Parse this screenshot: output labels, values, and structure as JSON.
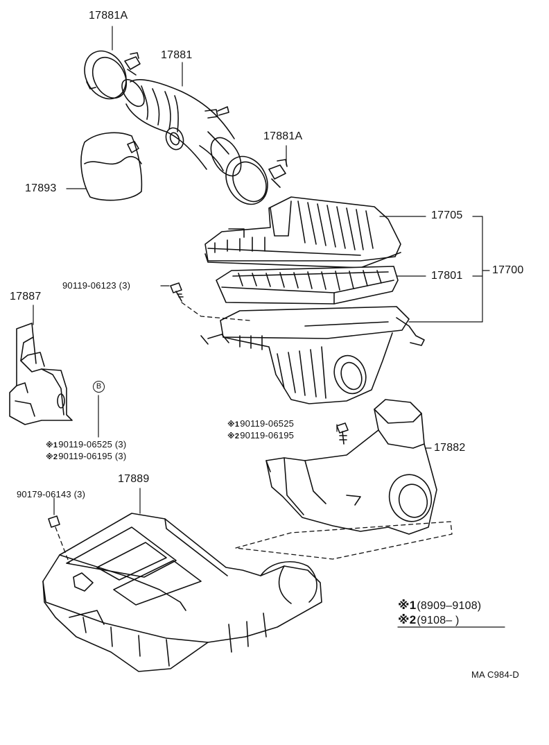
{
  "diagram": {
    "callouts": {
      "c17881A_top": "17881A",
      "c17881": "17881",
      "c17881A_mid": "17881A",
      "c17893": "17893",
      "c17705": "17705",
      "c17801": "17801",
      "c17700": "17700",
      "c17887": "17887",
      "c17882": "17882",
      "c17889": "17889"
    },
    "fasteners": {
      "f90119_06123": "90119-06123 (3)",
      "b_circle": "B",
      "b_line1": "90119-06525 (3)",
      "b_line2": "90119-06195 (3)",
      "m_line1": "90119-06525",
      "m_line2": "90119-06195",
      "f90179_06143": "90179-06143 (3)"
    },
    "marks": {
      "m1": "※1",
      "m2": "※2"
    },
    "legend": {
      "k1_mark": "※1",
      "k1_text": "(8909–9108)",
      "k2_mark": "※2",
      "k2_text": "(9108–        )"
    },
    "figure_code": "MA C984-D"
  }
}
